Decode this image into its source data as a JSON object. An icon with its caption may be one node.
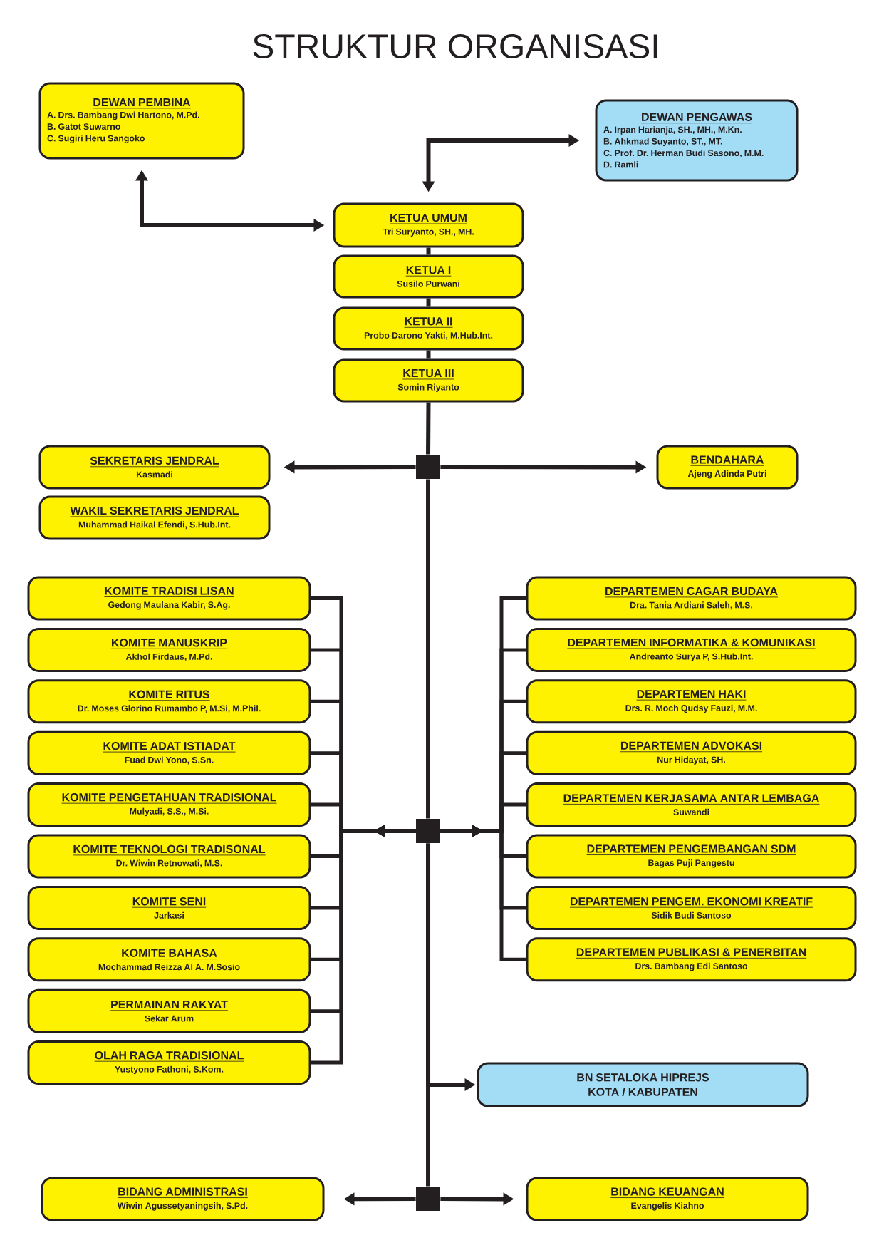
{
  "diagram": {
    "title": "STRUKTUR ORGANISASI",
    "nodes": [
      {
        "text": [
          "DEWAN PEMBINA",
          "A. Drs. Bambang Dwi Hartono, M.Pd.",
          "B. Gatot Suwarno",
          "C. Sugiri Heru Sangoko"
        ]
      },
      {
        "text": [
          "DEWAN PENGAWAS",
          "A. Irpan Harianja, SH., MH., M.Kn.",
          "B. Ahkmad Suyanto, ST., MT.",
          "C. Prof. Dr. Herman Budi Sasono, M.M.",
          "D. Ramli"
        ]
      },
      {
        "text": [
          "KETUA UMUM",
          "Tri Suryanto, SH., MH."
        ]
      },
      {
        "text": [
          "KETUA I",
          "Susilo Purwani"
        ]
      },
      {
        "text": [
          "KETUA II",
          "Probo Darono Yakti, M.Hub.Int."
        ]
      },
      {
        "text": [
          "KETUA III",
          "Somin Riyanto"
        ]
      },
      {
        "text": [],
        "shape": "box"
      },
      {
        "text": [
          "SEKRETARIS JENDRAL",
          "Kasmadi"
        ]
      },
      {
        "text": [
          "WAKIL SEKRETARIS JENDRAL",
          "Muhammad Haikal Efendi, S.Hub.Int."
        ]
      },
      {
        "text": [
          "BENDAHARA",
          "Ajeng Adinda Putri"
        ]
      },
      {
        "text": [
          "KOMITE TRADISI LISAN",
          "Gedong Maulana Kabir, S.Ag."
        ]
      },
      {
        "text": [
          "KOMITE MANUSKRIP",
          "Akhol Firdaus, M.Pd."
        ]
      },
      {
        "text": [
          "KOMITE RITUS",
          "Dr. Moses Glorino Rumambo P, M.Si, M.Phil."
        ]
      },
      {
        "text": [
          "KOMITE ADAT ISTIADAT",
          "Fuad Dwi Yono, S.Sn."
        ]
      },
      {
        "text": [
          "KOMITE PENGETAHUAN TRADISIONAL",
          "Mulyadi, S.S., M.Si."
        ]
      },
      {
        "text": [
          "KOMITE TEKNOLOGI TRADISONAL",
          "Dr. Wiwin Retnowati, M.S."
        ]
      },
      {
        "text": [
          "KOMITE SENI",
          "Jarkasi"
        ]
      },
      {
        "text": [
          "KOMITE BAHASA",
          "Mochammad Reizza Al A. M.Sosio"
        ]
      },
      {
        "text": [
          "PERMAINAN RAKYAT",
          "Sekar Arum"
        ]
      },
      {
        "text": [
          "OLAH RAGA TRADISIONAL",
          "Yustyono Fathoni, S.Kom."
        ]
      },
      {
        "text": [
          "DEPARTEMEN CAGAR BUDAYA",
          "Dra. Tania Ardiani Saleh, M.S."
        ]
      },
      {
        "text": [
          "DEPARTEMEN INFORMATIKA & KOMUNIKASI",
          "Andreanto Surya P, S.Hub.Int."
        ]
      },
      {
        "text": [
          "DEPARTEMEN HAKI",
          "Drs. R. Moch Qudsy Fauzi, M.M."
        ]
      },
      {
        "text": [
          "DEPARTEMEN ADVOKASI",
          "Nur Hidayat, SH."
        ]
      },
      {
        "text": [
          "DEPARTEMEN KERJASAMA ANTAR LEMBAGA",
          "Suwandi"
        ]
      },
      {
        "text": [
          "DEPARTEMEN PENGEMBANGAN SDM",
          "Bagas Puji Pangestu"
        ]
      },
      {
        "text": [
          "DEPARTEMEN PENGEM. EKONOMI KREATIF",
          "Sidik Budi Santoso"
        ]
      },
      {
        "text": [
          "DEPARTEMEN PUBLIKASI & PENERBITAN",
          "Drs. Bambang Edi Santoso"
        ]
      },
      {
        "text": [],
        "shape": "box"
      },
      {
        "text": [
          "BN SETALOKA HIPREJS",
          "KOTA / KABUPATEN"
        ]
      },
      {
        "text": [],
        "shape": "box"
      },
      {
        "text": [
          "BIDANG ADMINISTRASI",
          "Wiwin Agussetyaningsih, S.Pd."
        ]
      },
      {
        "text": [
          "BIDANG KEUANGAN",
          "Evangelis Kiahno"
        ]
      }
    ],
    "edges": [
      {
        "from": 0,
        "to": 2,
        "arrow": "both"
      },
      {
        "from": 1,
        "to": 2,
        "arrow": "both"
      },
      {
        "from": 2,
        "to": 3,
        "arrow": "none"
      },
      {
        "from": 3,
        "to": 4,
        "arrow": "none"
      },
      {
        "from": 4,
        "to": 5,
        "arrow": "none"
      },
      {
        "from": 5,
        "to": 6,
        "arrow": "none"
      },
      {
        "from": 6,
        "to": 7,
        "arrow": "to"
      },
      {
        "from": 6,
        "to": 9,
        "arrow": "to"
      },
      {
        "from": 6,
        "to": 28,
        "arrow": "none"
      },
      {
        "from": 28,
        "to": 10,
        "arrow": "to"
      },
      {
        "from": 28,
        "to": 11,
        "arrow": "to"
      },
      {
        "from": 28,
        "to": 12,
        "arrow": "to"
      },
      {
        "from": 28,
        "to": 13,
        "arrow": "to"
      },
      {
        "from": 28,
        "to": 14,
        "arrow": "to"
      },
      {
        "from": 28,
        "to": 15,
        "arrow": "to"
      },
      {
        "from": 28,
        "to": 16,
        "arrow": "to"
      },
      {
        "from": 28,
        "to": 17,
        "arrow": "to"
      },
      {
        "from": 28,
        "to": 18,
        "arrow": "to"
      },
      {
        "from": 28,
        "to": 19,
        "arrow": "to"
      },
      {
        "from": 28,
        "to": 20,
        "arrow": "to"
      },
      {
        "from": 28,
        "to": 21,
        "arrow": "to"
      },
      {
        "from": 28,
        "to": 22,
        "arrow": "to"
      },
      {
        "from": 28,
        "to": 23,
        "arrow": "to"
      },
      {
        "from": 28,
        "to": 24,
        "arrow": "to"
      },
      {
        "from": 28,
        "to": 25,
        "arrow": "to"
      },
      {
        "from": 28,
        "to": 26,
        "arrow": "to"
      },
      {
        "from": 28,
        "to": 27,
        "arrow": "to"
      },
      {
        "from": 28,
        "to": 30,
        "arrow": "none"
      },
      {
        "from": 28,
        "to": 29,
        "arrow": "to"
      },
      {
        "from": 30,
        "to": 31,
        "arrow": "to"
      },
      {
        "from": 30,
        "to": 32,
        "arrow": "to"
      }
    ]
  }
}
